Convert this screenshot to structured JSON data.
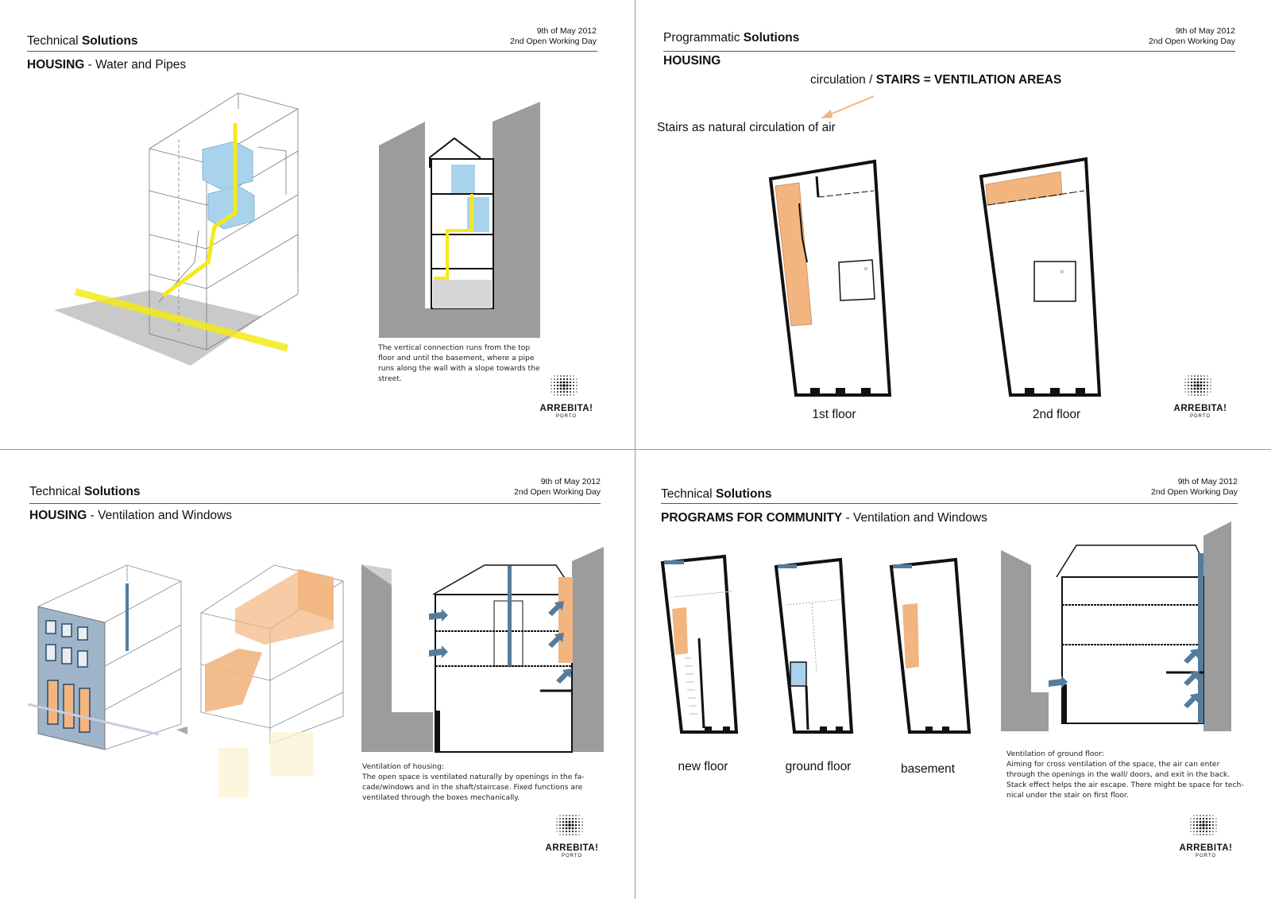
{
  "colors": {
    "yellow": "#f4ea1a",
    "blue": "#a9d3ec",
    "orange": "#f2b580",
    "grey": "#9b9c9e",
    "steel": "#557c9b",
    "lightgrey": "#d6d6d6"
  },
  "panels": [
    {
      "header": {
        "title_light": "Technical",
        "title_bold": "Solutions",
        "date": "9th of May 2012",
        "event": "2nd Open Working Day"
      },
      "subtitle_bold": "HOUSING",
      "subtitle_rest": " - Water and Pipes",
      "caption": "The vertical connection runs from the top floor and until the basement, where  a pipe runs along the wall with a slope towards the street."
    },
    {
      "header": {
        "title_light": "Programmatic",
        "title_bold": "Solutions",
        "date": "9th of May 2012",
        "event": "2nd Open Working Day"
      },
      "subtitle_bold": "HOUSING",
      "circulation_light": "circulation / ",
      "circulation_bold": "STAIRS = VENTILATION AREAS",
      "stairs_note": "Stairs as natural circulation of air",
      "floors": [
        "1st floor",
        "2nd floor"
      ]
    },
    {
      "header": {
        "title_light": "Technical",
        "title_bold": "Solutions",
        "date": "9th of May 2012",
        "event": "2nd Open Working Day"
      },
      "subtitle_bold": "HOUSING",
      "subtitle_rest": " - Ventilation and Windows",
      "caption_lines": [
        "Ventilation of housing:",
        "The open space is ventilated naturally by openings in the fa-",
        "cade/windows and in the shaft/staircase. Fixed functions are",
        "ventilated through the boxes mechanically."
      ]
    },
    {
      "header": {
        "title_light": "Technical",
        "title_bold": "Solutions",
        "date": "9th of May 2012",
        "event": "2nd Open Working Day"
      },
      "subtitle_bold": "PROGRAMS FOR COMMUNITY",
      "subtitle_rest": " - Ventilation and Windows",
      "floors": [
        "new floor",
        "ground floor",
        "basement"
      ],
      "caption_lines": [
        "Ventilation of ground floor:",
        "Aiming for cross ventilation of the space, the air can enter",
        "through the openings in the wall/ doors, and exit in the back.",
        "Stack effect helps the air escape. There might be space for tech-",
        "nical under the stair on first floor."
      ]
    }
  ],
  "logo": {
    "name": "ARREBITA!",
    "city": "PORTO"
  }
}
